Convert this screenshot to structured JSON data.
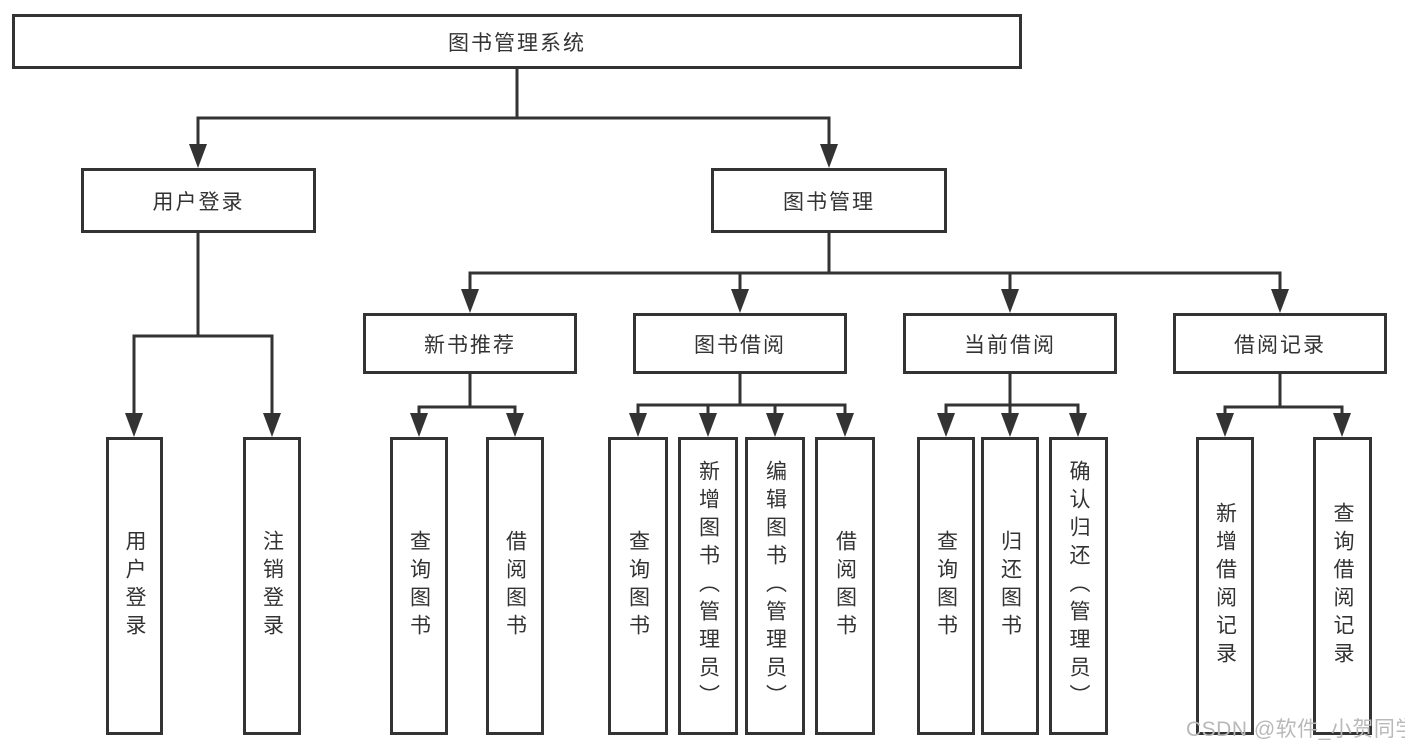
{
  "tree": {
    "label": "图书管理系统",
    "children": [
      {
        "label": "用户登录",
        "children": [
          {
            "label": "用户登录"
          },
          {
            "label": "注销登录"
          }
        ]
      },
      {
        "label": "图书管理",
        "children": [
          {
            "label": "新书推荐",
            "children": [
              {
                "label": "查询图书"
              },
              {
                "label": "借阅图书"
              }
            ]
          },
          {
            "label": "图书借阅",
            "children": [
              {
                "label": "查询图书"
              },
              {
                "label": "新增图书（管理员）"
              },
              {
                "label": "编辑图书（管理员）"
              },
              {
                "label": "借阅图书"
              }
            ]
          },
          {
            "label": "当前借阅",
            "children": [
              {
                "label": "查询图书"
              },
              {
                "label": "归还图书"
              },
              {
                "label": "确认归还（管理员）"
              }
            ]
          },
          {
            "label": "借阅记录",
            "children": [
              {
                "label": "新增借阅记录"
              },
              {
                "label": "查询借阅记录"
              }
            ]
          }
        ]
      }
    ]
  },
  "watermark": "CSDN @软件_小贺同学",
  "colors": {
    "line": "#333333",
    "text": "#333333",
    "box_background": "#ffffff",
    "watermark": "#b9b9b9"
  }
}
